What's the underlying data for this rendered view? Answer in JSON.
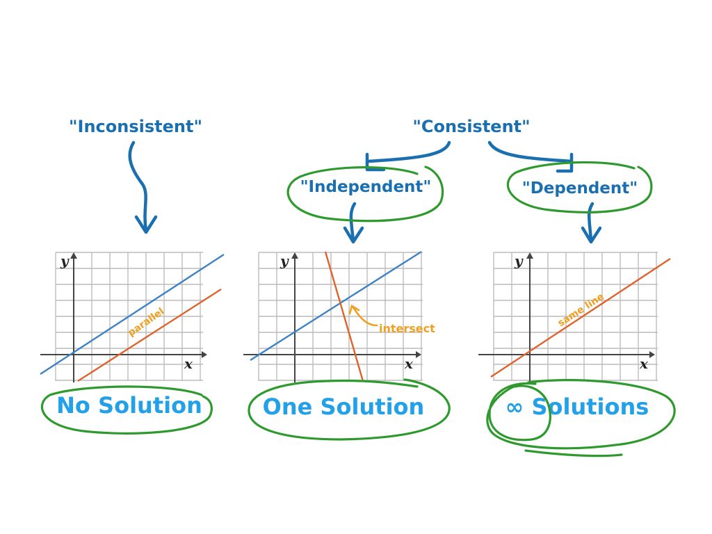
{
  "labels": {
    "inconsistent": "\"Inconsistent\"",
    "consistent": "\"Consistent\"",
    "independent": "\"Independent\"",
    "dependent": "\"Dependent\""
  },
  "graphs": [
    {
      "id": "no-solution",
      "y_label": "y",
      "x_label": "x",
      "note": "parallel",
      "result": "No Solution"
    },
    {
      "id": "one-solution",
      "y_label": "y",
      "x_label": "x",
      "note": "intersect",
      "result": "One Solution"
    },
    {
      "id": "infinite-solutions",
      "y_label": "y",
      "x_label": "x",
      "note": "same line",
      "result": "∞ Solutions"
    }
  ],
  "colors": {
    "pen_blue": "#1a6fb0",
    "result_blue": "#22a0e8",
    "circle_green": "#2e9a2e",
    "line_blue": "#3b82c6",
    "line_orange": "#e0622b",
    "note_orange": "#f0a020"
  }
}
